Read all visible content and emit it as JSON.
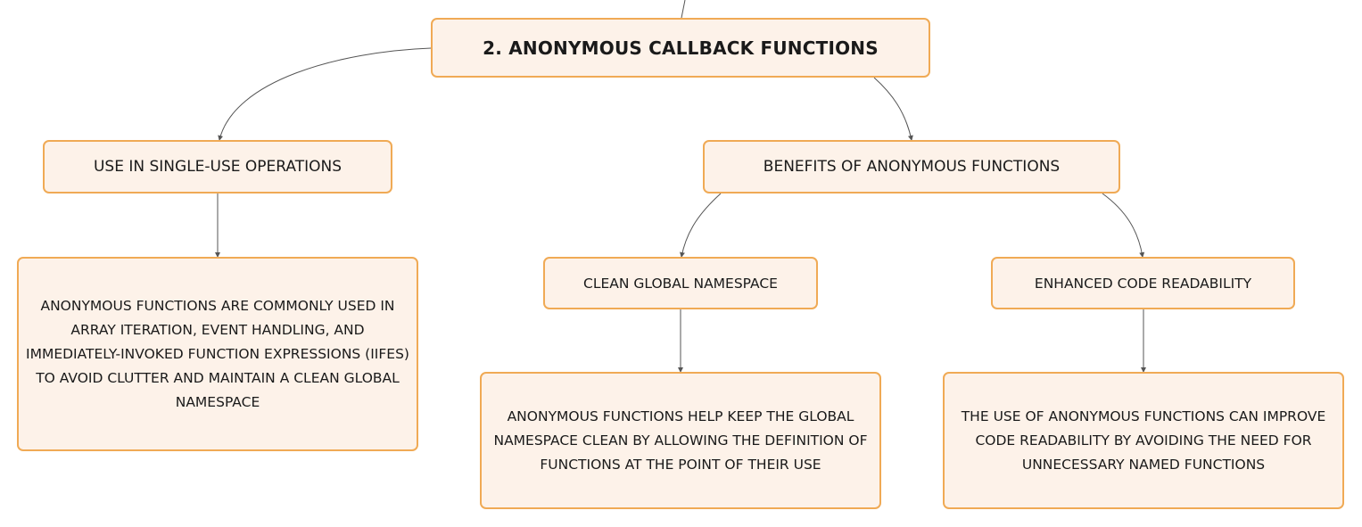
{
  "root": {
    "label": "2. ANONYMOUS CALLBACK FUNCTIONS"
  },
  "branches": {
    "single_use": {
      "label": "USE IN SINGLE-USE OPERATIONS",
      "detail": "ANONYMOUS FUNCTIONS ARE COMMONLY USED IN ARRAY ITERATION, EVENT HANDLING, AND IMMEDIATELY-INVOKED FUNCTION EXPRESSIONS (IIFES) TO AVOID CLUTTER AND MAINTAIN A CLEAN GLOBAL NAMESPACE"
    },
    "benefits": {
      "label": "BENEFITS OF ANONYMOUS FUNCTIONS",
      "clean_namespace": {
        "label": "CLEAN GLOBAL NAMESPACE",
        "detail": "ANONYMOUS FUNCTIONS HELP KEEP THE GLOBAL NAMESPACE CLEAN BY ALLOWING THE DEFINITION OF FUNCTIONS AT THE POINT OF THEIR USE"
      },
      "readability": {
        "label": "ENHANCED CODE READABILITY",
        "detail": "THE USE OF ANONYMOUS FUNCTIONS CAN IMPROVE CODE READABILITY BY AVOIDING THE NEED FOR UNNECESSARY NAMED FUNCTIONS"
      }
    }
  },
  "colors": {
    "node_fill": "#fdf2e9",
    "node_border": "#f0aa55",
    "connector": "#555555"
  }
}
